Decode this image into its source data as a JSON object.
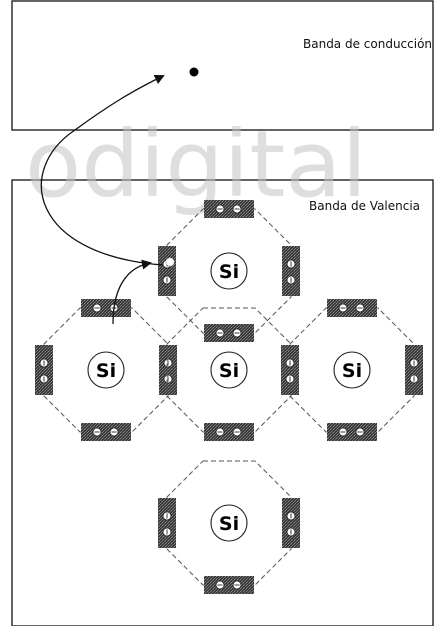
{
  "bands": {
    "conduction_label": "Banda de conducción",
    "valence_label": "Banda de Valencia"
  },
  "atom_label": "Si",
  "watermark": "odigital"
}
